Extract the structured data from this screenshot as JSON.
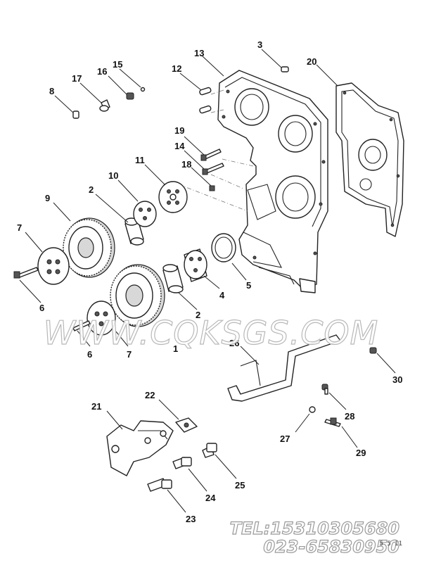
{
  "callouts": {
    "c1": "2",
    "c2": "2",
    "c3": "3",
    "c4": "4",
    "c5": "5",
    "c6a": "6",
    "c6b": "6",
    "c7a": "7",
    "c7b": "7",
    "c8": "8",
    "c9": "9",
    "c10": "10",
    "c11": "11",
    "c12": "12",
    "c13": "13",
    "c14": "14",
    "c15": "15",
    "c16": "16",
    "c17": "17",
    "c18": "18",
    "c19": "19",
    "c20": "20",
    "c21": "21",
    "c22": "22",
    "c23": "23",
    "c24": "24",
    "c25": "25",
    "c26": "26",
    "c27": "27",
    "c28": "28",
    "c29": "29",
    "c30": "30",
    "c1b": "1"
  },
  "watermark": "WWW.CQKSGS.COM",
  "contact": {
    "tel": "TEL:15310305680",
    "phone2": "023-65830950"
  },
  "page_code": "5 5 11"
}
